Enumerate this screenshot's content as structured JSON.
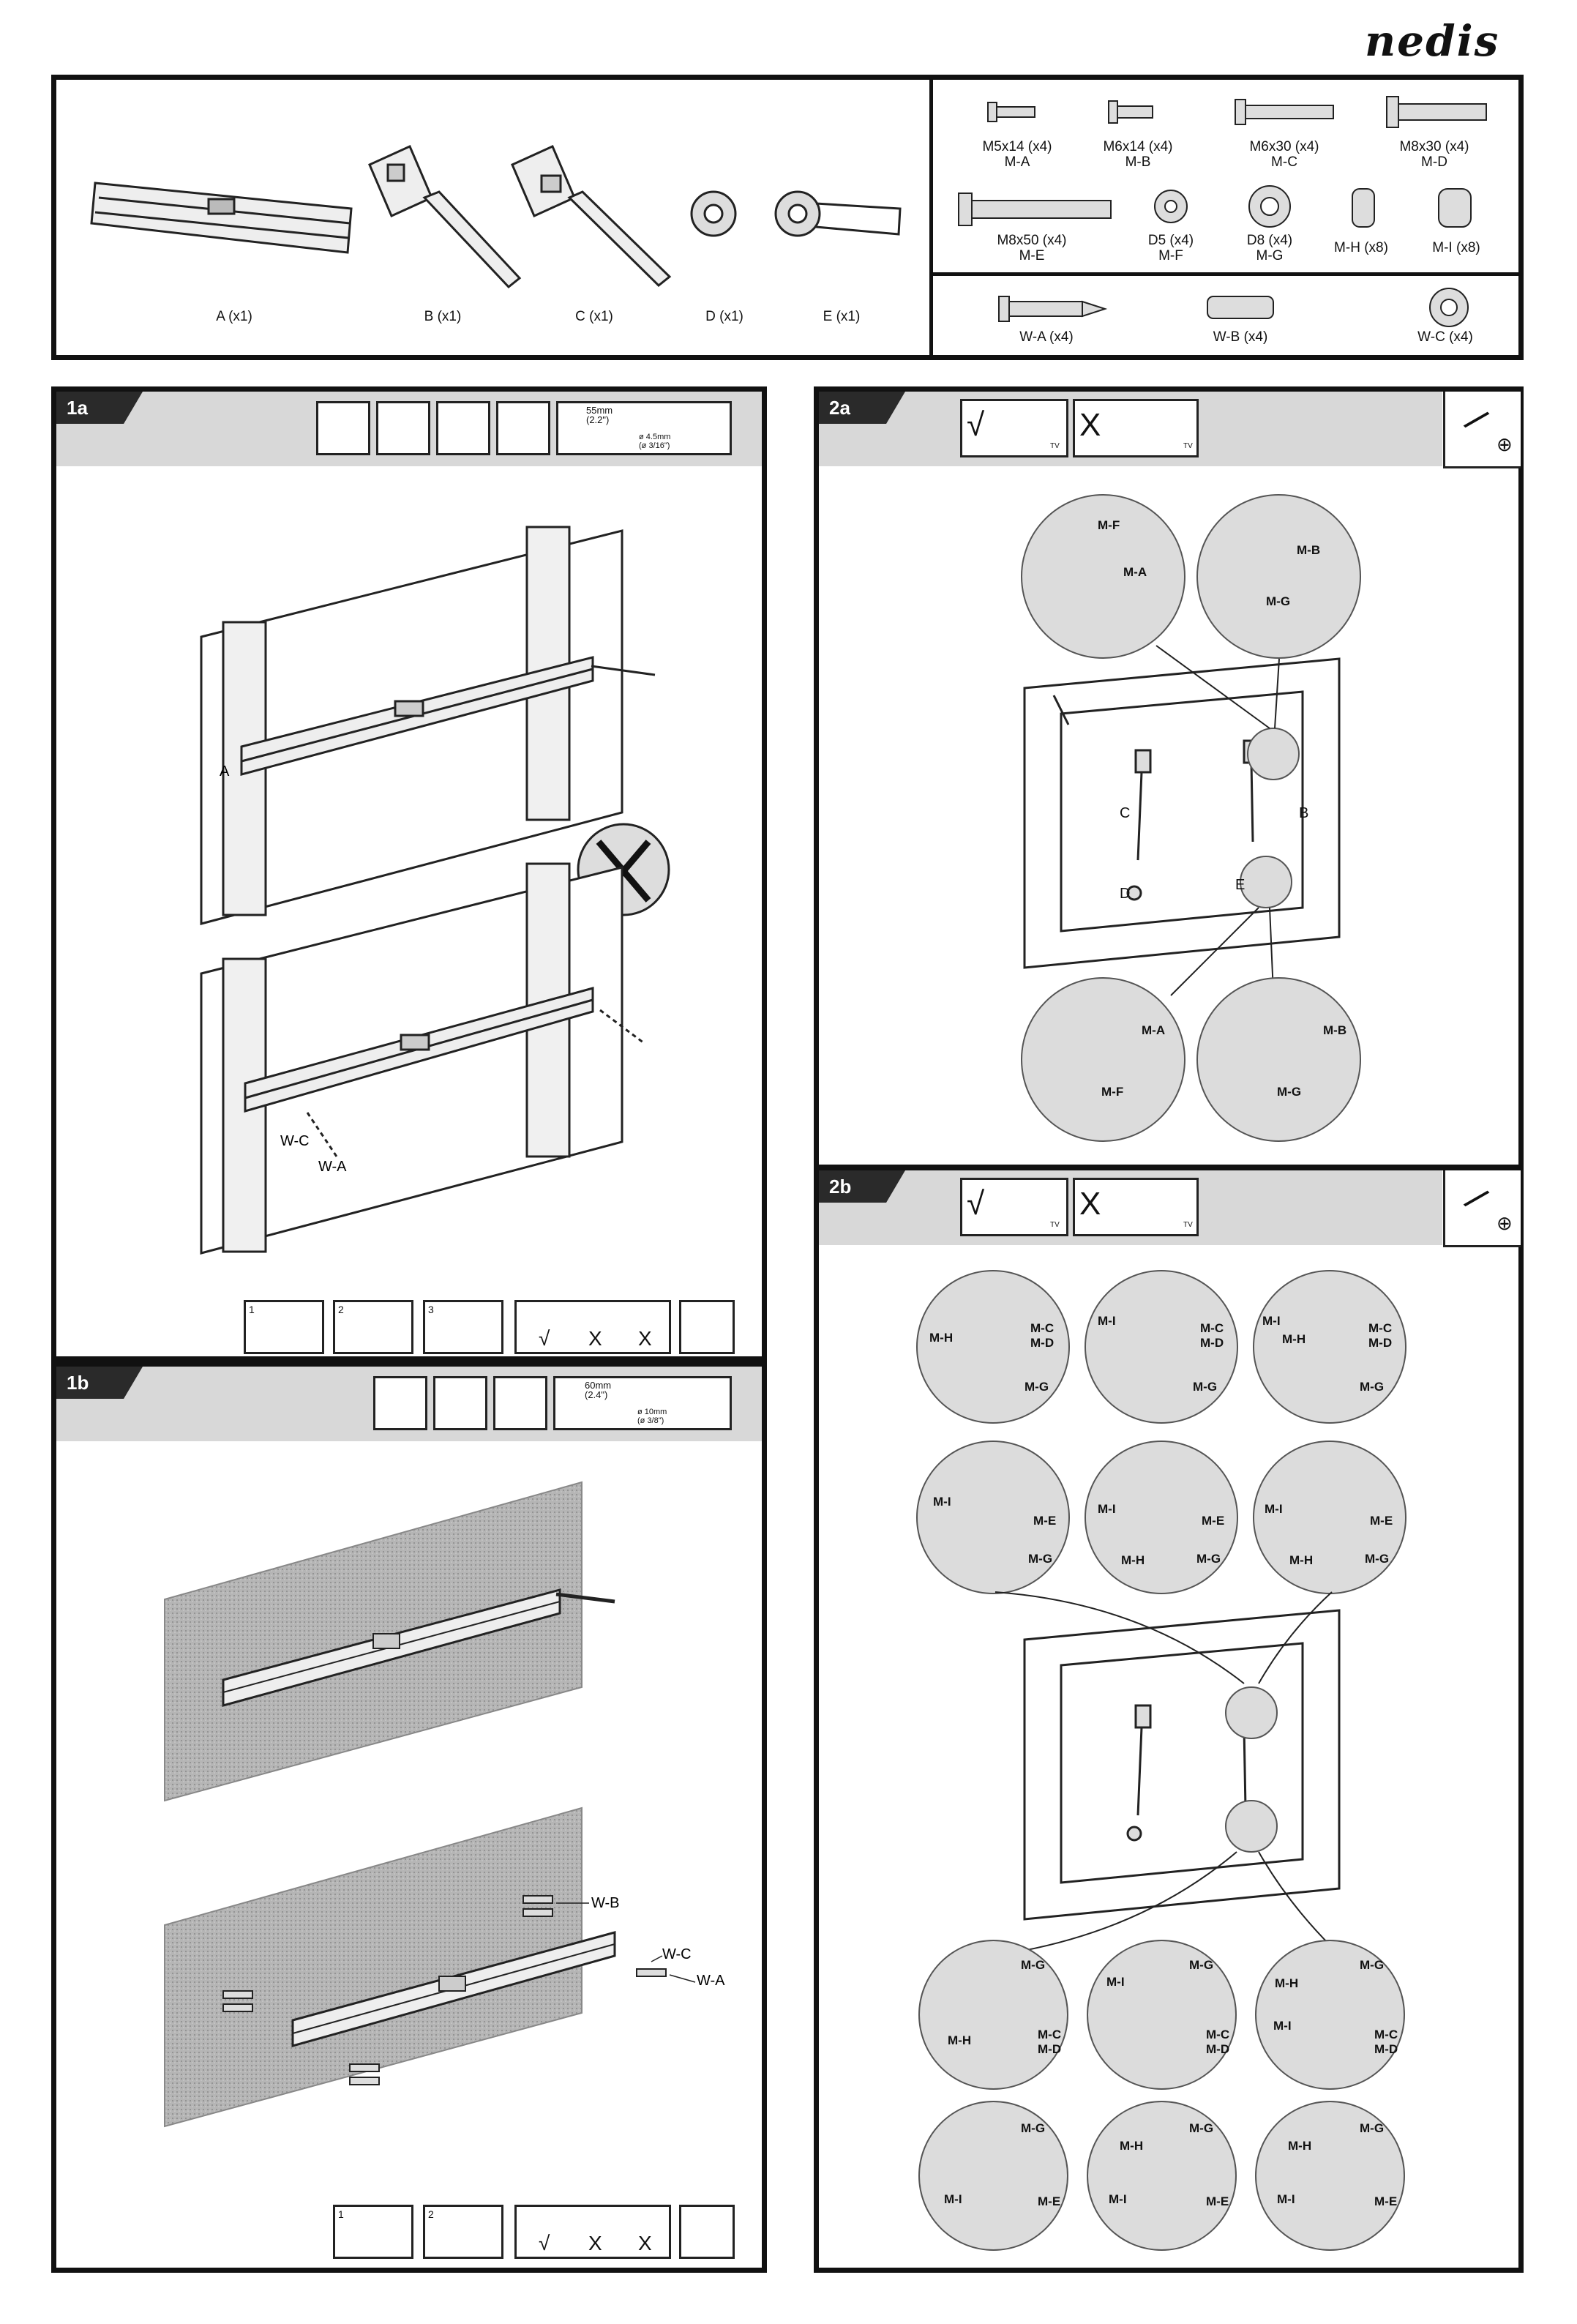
{
  "brand": "nedis",
  "components": [
    {
      "id": "A",
      "label": "A (x1)"
    },
    {
      "id": "B",
      "label": "B (x1)"
    },
    {
      "id": "C",
      "label": "C (x1)"
    },
    {
      "id": "D",
      "label": "D (x1)"
    },
    {
      "id": "E",
      "label": "E (x1)"
    }
  ],
  "screws": [
    {
      "size": "M5x14 (x4)",
      "code": "M-A"
    },
    {
      "size": "M6x14 (x4)",
      "code": "M-B"
    },
    {
      "size": "M6x30 (x4)",
      "code": "M-C"
    },
    {
      "size": "M8x30 (x4)",
      "code": "M-D"
    },
    {
      "size": "M8x50 (x4)",
      "code": "M-E"
    },
    {
      "size": "D5 (x4)",
      "code": "M-F"
    },
    {
      "size": "D8 (x4)",
      "code": "M-G"
    },
    {
      "size": "M-H (x8)",
      "code": ""
    },
    {
      "size": "M-I (x8)",
      "code": ""
    }
  ],
  "wall_parts": [
    "W-A (x4)",
    "W-B (x4)",
    "W-C (x4)"
  ],
  "step1a": {
    "title": "1a",
    "measure": "55mm",
    "measure_in": "(2.2\")",
    "drill": "ø 4.5mm",
    "drill_in": "(ø 3/16\")",
    "labels": {
      "a": "A",
      "wc": "W-C",
      "wa": "W-A"
    },
    "steps": [
      "1",
      "2",
      "3"
    ],
    "level_marks": [
      "√",
      "X",
      "X"
    ]
  },
  "step1b": {
    "title": "1b",
    "measure": "60mm",
    "measure_in": "(2.4\")",
    "drill": "ø 10mm",
    "drill_in": "(ø 3/8\")",
    "labels": {
      "wb": "W-B",
      "wc": "W-C",
      "wa": "W-A"
    },
    "steps": [
      "1",
      "2"
    ],
    "level_marks": [
      "√",
      "X",
      "X"
    ]
  },
  "step2a": {
    "title": "2a",
    "check": "√",
    "cross": "X",
    "tv": "TV",
    "callouts": {
      "mf": "M-F",
      "ma": "M-A",
      "mb": "M-B",
      "mg": "M-G",
      "c": "C",
      "b": "B",
      "d": "D",
      "e": "E"
    }
  },
  "step2b": {
    "title": "2b",
    "check": "√",
    "cross": "X",
    "tv": "TV",
    "callouts": {
      "mh": "M-H",
      "mi": "M-I",
      "mc": "M-C",
      "md": "M-D",
      "mg": "M-G",
      "me": "M-E"
    }
  }
}
